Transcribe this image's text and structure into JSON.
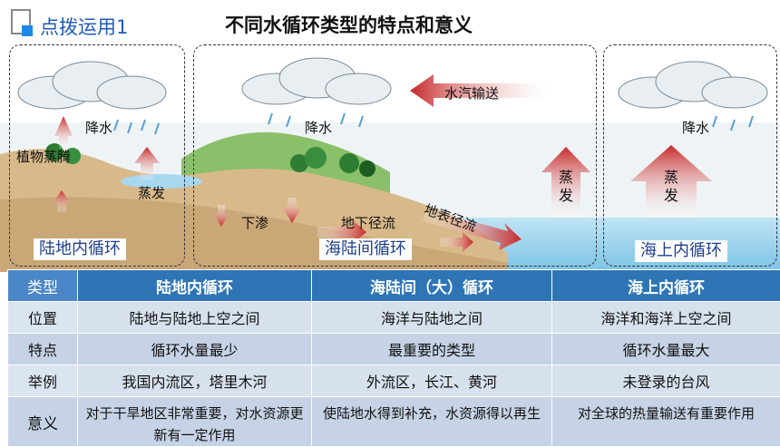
{
  "header": {
    "badge_text": "点拨运用1",
    "title": "不同水循环类型的特点和意义"
  },
  "diagram": {
    "labels": {
      "precip_left": "降水",
      "transpiration": "植物蒸腾",
      "evap_left": "蒸发",
      "precip_mid": "降水",
      "vapor_transport": "水汽输送",
      "infiltration": "下渗",
      "groundwater": "地下径流",
      "surface_runoff": "地表径流",
      "evap_mid": "蒸\n发",
      "precip_right": "降水",
      "evap_right": "蒸\n发"
    },
    "box_labels": {
      "land": "陆地内循环",
      "sea_land": "海陆间循环",
      "ocean": "海上内循环"
    },
    "colors": {
      "sky": "#ffffff",
      "land": "#d8b98a",
      "sea": "#9fd3ee",
      "arrow_red": "#c62828"
    }
  },
  "table": {
    "headers": [
      "类型",
      "陆地内循环",
      "海陆间（大）循环",
      "海上内循环"
    ],
    "rows": [
      [
        "位置",
        "陆地与陆地上空之间",
        "海洋与陆地之间",
        "海洋和海洋上空之间"
      ],
      [
        "特点",
        "循环水量最少",
        "最重要的类型",
        "循环水量最大"
      ],
      [
        "举例",
        "我国内流区，塔里木河",
        "外流区，长江、黄河",
        "未登录的台风"
      ],
      [
        "意义",
        "对于干旱地区非常重要，对水资源更新有一定作用",
        "使陆地水得到补充，水资源得以再生",
        "对全球的热量输送有重要作用"
      ]
    ]
  }
}
